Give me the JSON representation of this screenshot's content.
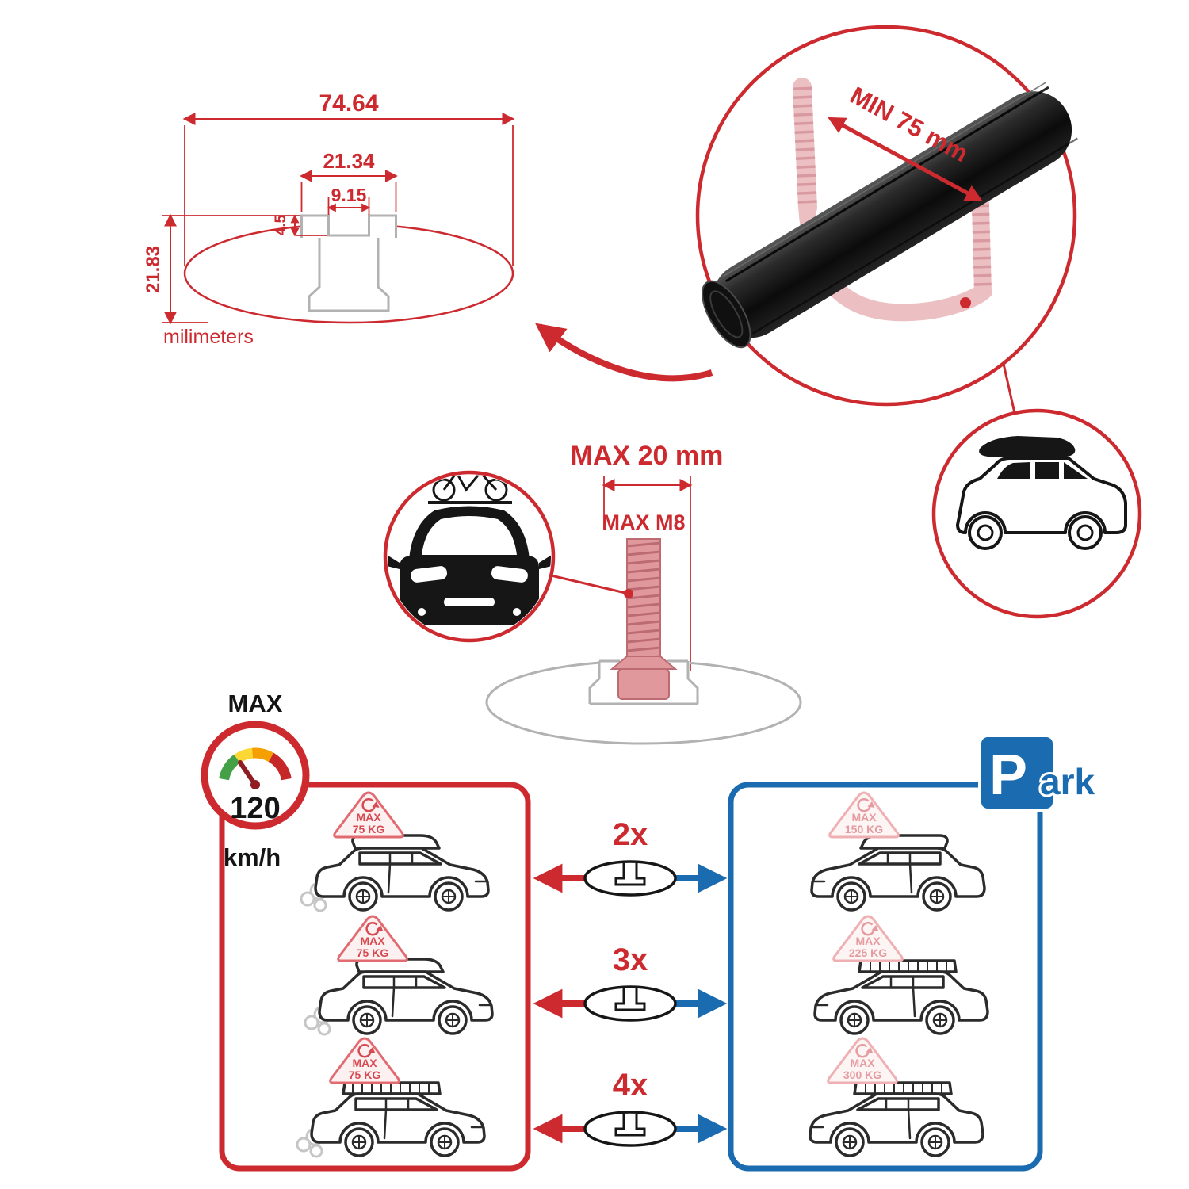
{
  "colors": {
    "red": "#cd2a30",
    "blue": "#1a6bb0",
    "pink": "#e59ba0",
    "pink_strong": "#d84a52",
    "gray": "#b2b2b2",
    "ink": "#141414"
  },
  "profile_dimensions": {
    "total_width": "74.64",
    "channel_width": "21.34",
    "slot_width": "9.15",
    "slot_depth": "4.5",
    "total_height": "21.83",
    "units_label": "milimeters"
  },
  "crossbar_detail": {
    "min_span_label": "MIN 75 mm"
  },
  "bolt_detail": {
    "max_width_label": "MAX 20 mm",
    "max_thread_label": "MAX M8"
  },
  "speed_badge": {
    "title": "MAX",
    "value": "120",
    "units": "km/h"
  },
  "park_sign": {
    "initial": "P",
    "rest": "ark"
  },
  "driving_panel": {
    "cars": [
      {
        "badge_label": "MAX",
        "badge_value": "75 KG"
      },
      {
        "badge_label": "MAX",
        "badge_value": "75 KG"
      },
      {
        "badge_label": "MAX",
        "badge_value": "75 KG"
      }
    ]
  },
  "bar_options": [
    {
      "count_label": "2x"
    },
    {
      "count_label": "3x"
    },
    {
      "count_label": "4x"
    }
  ],
  "parking_panel": {
    "cars": [
      {
        "badge_label": "MAX",
        "badge_value": "150 KG"
      },
      {
        "badge_label": "MAX",
        "badge_value": "225 KG"
      },
      {
        "badge_label": "MAX",
        "badge_value": "300 KG"
      }
    ]
  },
  "icons": {
    "speedometer": "gauge-dial",
    "park": "P-in-blue-square",
    "circular_arrow": "refresh-arrow",
    "crossbar_profile": "oval-with-t-slot",
    "bike": "bicycle-on-roof",
    "roof_box_suv": "suv-with-roof-box",
    "car_front": "car-front-view",
    "u_clamp": "threaded-u-bolt",
    "exhaust": "smoke-puffs"
  }
}
